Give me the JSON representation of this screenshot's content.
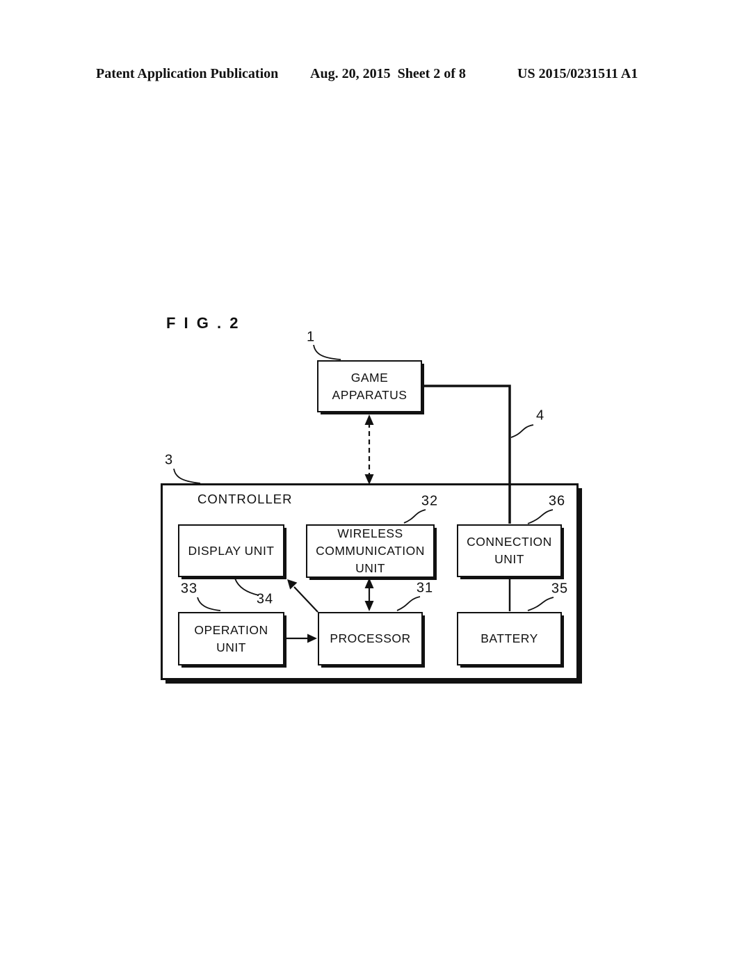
{
  "page": {
    "background": "#ffffff",
    "ink": "#111111"
  },
  "header": {
    "left": "Patent Application Publication",
    "center": "Aug. 20, 2015  Sheet 2 of 8",
    "right": "US 2015/0231511 A1"
  },
  "figure": {
    "label": "F I G . 2"
  },
  "diagram": {
    "boxes": {
      "game_apparatus": {
        "label": "GAME\nAPPARATUS",
        "ref": "1"
      },
      "controller": {
        "label": "CONTROLLER",
        "ref": "3"
      },
      "display_unit": {
        "label": "DISPLAY UNIT",
        "ref": "34"
      },
      "wireless_communication_unit": {
        "label": "WIRELESS\nCOMMUNICATION\nUNIT",
        "ref": "32"
      },
      "connection_unit": {
        "label": "CONNECTION\nUNIT",
        "ref": "36"
      },
      "operation_unit": {
        "label": "OPERATION\nUNIT",
        "ref": "33"
      },
      "processor": {
        "label": "PROCESSOR",
        "ref": "31"
      },
      "battery": {
        "label": "BATTERY",
        "ref": "35"
      }
    },
    "wired_connection_ref": "4",
    "connections": [
      {
        "from": "game_apparatus",
        "to": "controller",
        "style": "dashed-double-arrow"
      },
      {
        "from": "game_apparatus",
        "to": "connection_unit",
        "style": "solid-line",
        "ref": "4"
      },
      {
        "from": "connection_unit",
        "to": "battery",
        "style": "solid-line"
      },
      {
        "from": "operation_unit",
        "to": "processor",
        "style": "arrow"
      },
      {
        "from": "processor",
        "to": "wireless_communication_unit",
        "style": "double-arrow"
      },
      {
        "from": "processor",
        "to": "display_unit",
        "style": "arrow"
      }
    ]
  }
}
